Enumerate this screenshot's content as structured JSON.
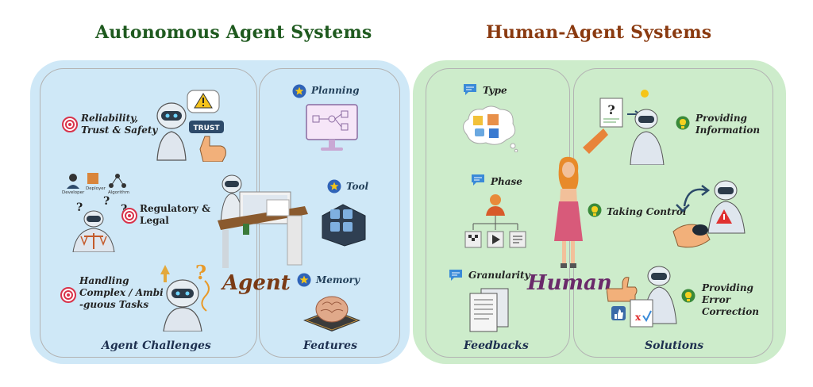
{
  "titles": {
    "left": "Autonomous Agent Systems",
    "right": "Human-Agent Systems"
  },
  "left_panel": {
    "challenges": [
      {
        "label_lines": [
          "Reliability,",
          "Trust & Safety"
        ]
      },
      {
        "label_lines": [
          "Regulatory &",
          "Legal"
        ]
      },
      {
        "label_lines": [
          "Handling",
          "Complex / Ambi",
          "-guous Tasks"
        ]
      }
    ],
    "roles": [
      "Developer",
      "Deployer",
      "Algorithm"
    ],
    "trust_badge": "TRUST",
    "center_word": "Agent",
    "features": [
      {
        "label": "Planning"
      },
      {
        "label": "Tool"
      },
      {
        "label": "Memory"
      }
    ],
    "bottom_labels": {
      "challenges": "Agent Challenges",
      "features": "Features"
    }
  },
  "right_panel": {
    "feedbacks": [
      {
        "label": "Type"
      },
      {
        "label": "Phase"
      },
      {
        "label": "Granularity"
      }
    ],
    "center_word": "Human",
    "solutions": [
      {
        "label_lines": [
          "Providing",
          "Information"
        ]
      },
      {
        "label_lines": [
          "Taking Control"
        ]
      },
      {
        "label_lines": [
          "Providing",
          "Error",
          "Correction"
        ]
      }
    ],
    "bottom_labels": {
      "feedbacks": "Feedbacks",
      "solutions": "Solutions"
    }
  },
  "colors": {
    "left_title": "#1f5a1f",
    "right_title": "#8a3a10",
    "left_panel_bg": "#cfe8f7",
    "right_panel_bg": "#cdeccb",
    "agent_word": "#7a3a14",
    "human_word": "#6a2a6a"
  }
}
